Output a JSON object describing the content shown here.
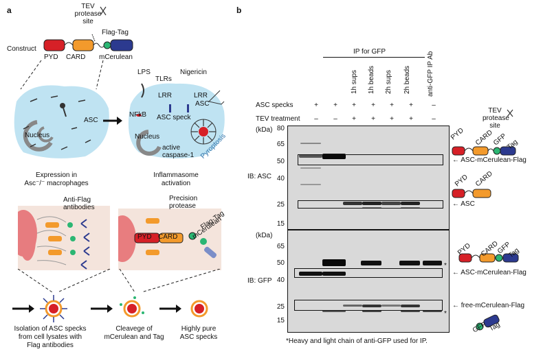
{
  "panel_a": {
    "letter": "a",
    "tev_site": "TEV protease site",
    "tev_site_l1": "TEV",
    "tev_site_l2": "protease",
    "tev_site_l3": "site",
    "construct_label": "Construct",
    "construct_domains": [
      "PYD",
      "CARD",
      "mCerulean"
    ],
    "flag_tag": "Flag-Tag",
    "cell1": {
      "nucleus": "Nucleus",
      "asc": "ASC"
    },
    "cell2": {
      "lps": "LPS",
      "tlrs": "TLRs",
      "nigericin": "Nigericin",
      "lrr1": "LRR",
      "lrr2": "LRR",
      "asc": "ASC",
      "nfkb": "NFkB",
      "asc_speck": "ASC speck",
      "nucleus": "Nucleus",
      "active_caspase_l1": "active",
      "active_caspase_l2": "caspase-1",
      "pyroptosis": "Pyroptosis"
    },
    "caption1_l1": "Expression in",
    "caption1_l2": "Asc⁻/⁻ macrophages",
    "caption2_l1": "Inflammasome",
    "caption2_l2": "activation",
    "anti_flag_l1": "Anti-Flag",
    "anti_flag_l2": "antibodies",
    "precision_l1": "Precision",
    "precision_l2": "protease",
    "zoom_pyd": "PYD",
    "zoom_card": "CARD",
    "zoom_mcerulean": "mCerulean",
    "zoom_flag": "Flag-Tag",
    "step1_l1": "Isolation of ASC specks",
    "step1_l2": "from cell lysates with",
    "step1_l3": "Flag antibodies",
    "step2_l1": "Cleavege of",
    "step2_l2": "mCerulean and Tag",
    "step3_l1": "Highly pure",
    "step3_l2": "ASC specks"
  },
  "panel_b": {
    "letter": "b",
    "ip_header": "IP for GFP",
    "lane_labels": [
      "1h sups",
      "1h beads",
      "2h sups",
      "2h beads",
      "anti-GFP IP Ab"
    ],
    "row1_label": "ASC specks",
    "row1_values": [
      "+",
      "+",
      "+",
      "+",
      "+",
      "+",
      "–"
    ],
    "row2_label": "TEV treatment",
    "row2_values": [
      "–",
      "–",
      "+",
      "+",
      "+",
      "+",
      "–"
    ],
    "kda": "(kDa)",
    "blot1": {
      "ib": "IB: ASC",
      "markers": [
        "80",
        "65",
        "50",
        "40",
        "25",
        "15"
      ],
      "arrow1": "ASC-mCerulean-Flag",
      "arrow2": "ASC"
    },
    "blot2": {
      "ib": "IB: GFP",
      "markers": [
        "65",
        "50",
        "40",
        "25",
        "15"
      ],
      "arrow1": "ASC-mCerulean-Flag",
      "arrow2": "free-mCerulean-Flag"
    },
    "legend_tev_l1": "TEV",
    "legend_tev_l2": "protease",
    "legend_tev_l3": "site",
    "legend_labels": [
      "PYD",
      "CARD",
      "GFP",
      "Tag"
    ],
    "asterisk": "*",
    "footnote": "*Heavy and light chain of anti-GFP used for IP."
  },
  "colors": {
    "pyd": "#d62027",
    "card": "#f39a2c",
    "gfp": "#2bb673",
    "tag": "#2c3a8f",
    "cell": "#bfe3f2",
    "blot": "#d9d9d9"
  }
}
